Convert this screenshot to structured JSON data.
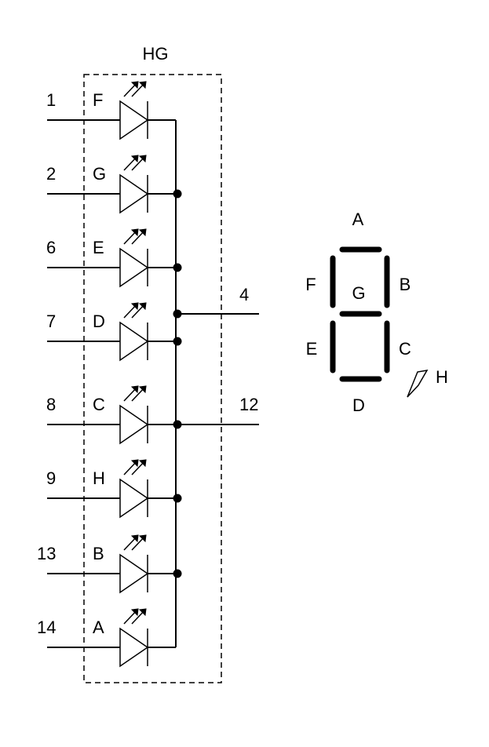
{
  "component": {
    "designator": "HG"
  },
  "leds": [
    {
      "pin": "1",
      "segment": "F"
    },
    {
      "pin": "2",
      "segment": "G"
    },
    {
      "pin": "6",
      "segment": "E"
    },
    {
      "pin": "7",
      "segment": "D"
    },
    {
      "pin": "8",
      "segment": "C"
    },
    {
      "pin": "9",
      "segment": "H"
    },
    {
      "pin": "13",
      "segment": "B"
    },
    {
      "pin": "14",
      "segment": "A"
    }
  ],
  "common_pins": [
    "4",
    "12"
  ],
  "display": {
    "segments": {
      "a": "A",
      "b": "B",
      "c": "C",
      "d": "D",
      "e": "E",
      "f": "F",
      "g": "G",
      "h": "H"
    }
  },
  "colors": {
    "ink": "#000000",
    "background": "#ffffff"
  }
}
